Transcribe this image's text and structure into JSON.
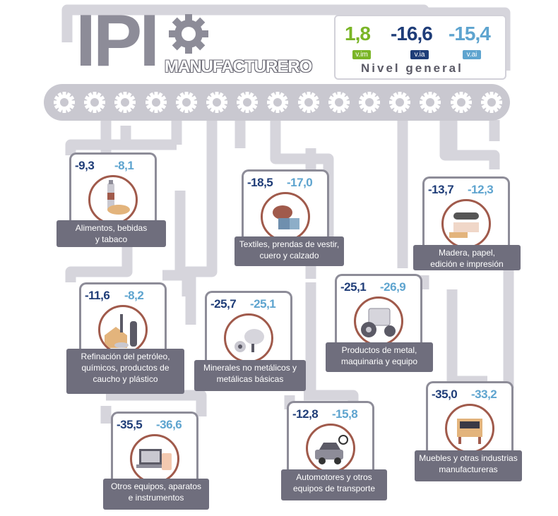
{
  "title": {
    "main": "IPI",
    "sub": "MANUFACTURERO"
  },
  "summary": {
    "label": "Nivel general",
    "values": [
      {
        "value": "1,8",
        "tag": "v.im",
        "color": "#7ab526"
      },
      {
        "value": "-16,6",
        "tag": "v.ia",
        "color": "#1f3d78"
      },
      {
        "value": "-15,4",
        "tag": "v.ai",
        "color": "#5ea4cf"
      }
    ]
  },
  "sectors": [
    {
      "id": "alimentos",
      "v1": "-9,3",
      "v2": "-8,1",
      "label": "Alimentos, bebidas\ny tabaco",
      "icon": "bottle-bread-icon"
    },
    {
      "id": "textiles",
      "v1": "-18,5",
      "v2": "-17,0",
      "label": "Textiles, prendas de vestir,\ncuero y calzado",
      "icon": "textile-roll-icon"
    },
    {
      "id": "madera",
      "v1": "-13,7",
      "v2": "-12,3",
      "label": "Madera, papel,\nedición e impresión",
      "icon": "paper-roll-icon"
    },
    {
      "id": "refinacion",
      "v1": "-11,6",
      "v2": "-8,2",
      "label": "Refinación del petróleo,\nquímicos, productos de\ncaucho y plástico",
      "icon": "refinery-icon"
    },
    {
      "id": "minerales",
      "v1": "-25,7",
      "v2": "-25,1",
      "label": "Minerales no metálicos y\nmetálicas básicas",
      "icon": "cement-mixer-icon"
    },
    {
      "id": "metal",
      "v1": "-25,1",
      "v2": "-26,9",
      "label": "Productos de metal,\nmaquinaria y equipo",
      "icon": "tractor-icon"
    },
    {
      "id": "otros-equipos",
      "v1": "-35,5",
      "v2": "-36,6",
      "label": "Otros equipos, aparatos\ne instrumentos",
      "icon": "laptop-phone-icon"
    },
    {
      "id": "automotores",
      "v1": "-12,8",
      "v2": "-15,8",
      "label": "Automotores y otros\nequipos de transporte",
      "icon": "car-moto-icon"
    },
    {
      "id": "muebles",
      "v1": "-35,0",
      "v2": "-33,2",
      "label": "Muebles y otras industrias\nmanufactureras",
      "icon": "furniture-icon"
    }
  ]
}
